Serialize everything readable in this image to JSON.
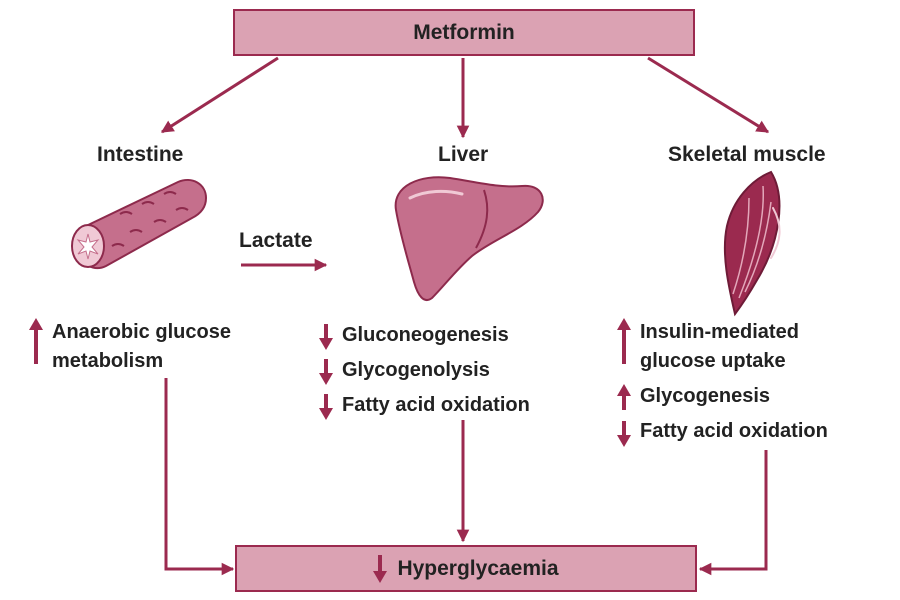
{
  "colors": {
    "accent": "#9b2a4f",
    "box_fill": "#dba2b3",
    "organ_fill": "#c56f8c",
    "organ_dark": "#8d2a4c",
    "organ_light": "#f0c9d5",
    "text": "#222222"
  },
  "top_box": {
    "label": "Metformin"
  },
  "organs": [
    {
      "id": "intestine",
      "label": "Intestine",
      "icon": "intestine-icon",
      "effects": [
        {
          "direction": "up",
          "lines": [
            "Anaerobic glucose",
            "metabolism"
          ]
        }
      ]
    },
    {
      "id": "liver",
      "label": "Liver",
      "icon": "liver-icon",
      "effects": [
        {
          "direction": "down",
          "lines": [
            "Gluconeogenesis"
          ]
        },
        {
          "direction": "down",
          "lines": [
            "Glycogenolysis"
          ]
        },
        {
          "direction": "down",
          "lines": [
            "Fatty acid oxidation"
          ]
        }
      ]
    },
    {
      "id": "muscle",
      "label": "Skeletal muscle",
      "icon": "skeletal-muscle-icon",
      "effects": [
        {
          "direction": "up",
          "lines": [
            "Insulin-mediated",
            "glucose uptake"
          ]
        },
        {
          "direction": "up",
          "lines": [
            "Glycogenesis"
          ]
        },
        {
          "direction": "down",
          "lines": [
            "Fatty acid oxidation"
          ]
        }
      ]
    }
  ],
  "lactate": {
    "label": "Lactate"
  },
  "bottom_box": {
    "direction": "down",
    "label": "Hyperglycaemia"
  }
}
